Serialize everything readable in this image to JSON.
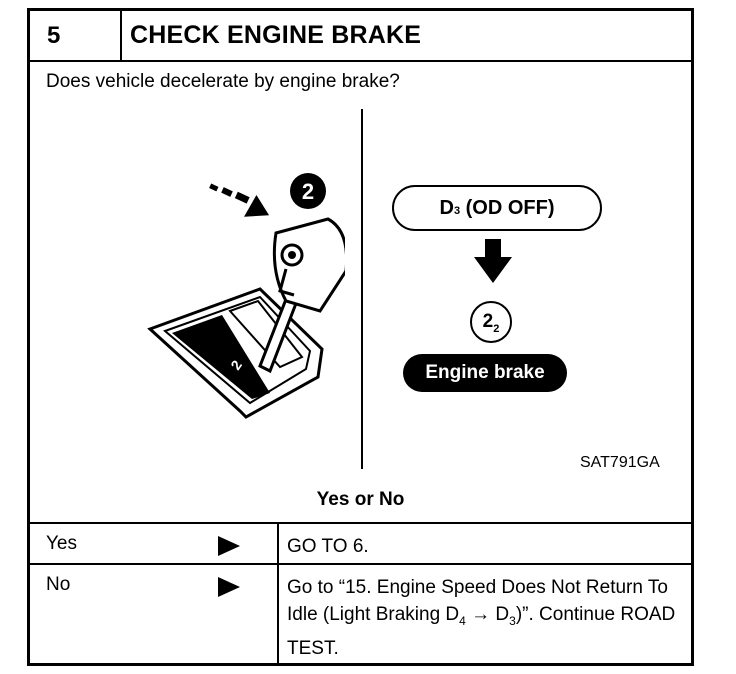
{
  "header": {
    "step_number": "5",
    "title": "CHECK ENGINE BRAKE"
  },
  "question": "Does vehicle decelerate by engine brake?",
  "illustration": {
    "step_badge": "2",
    "gate_label": "2",
    "od_pill": {
      "main": "D",
      "sub": "3",
      "rest": " (OD OFF)"
    },
    "circle_label": {
      "main": "2",
      "sub": "2"
    },
    "engine_brake_label": "Engine brake",
    "figure_code": "SAT791GA"
  },
  "decision": {
    "heading": "Yes or No",
    "rows": [
      {
        "answer": "Yes",
        "action": "GO TO 6."
      },
      {
        "answer": "No",
        "action_parts": [
          "Go to “15. Engine Speed Does Not Return To Idle (Light Braking D",
          "4",
          " → D",
          "3",
          ")”. Continue ROAD TEST."
        ]
      }
    ]
  }
}
